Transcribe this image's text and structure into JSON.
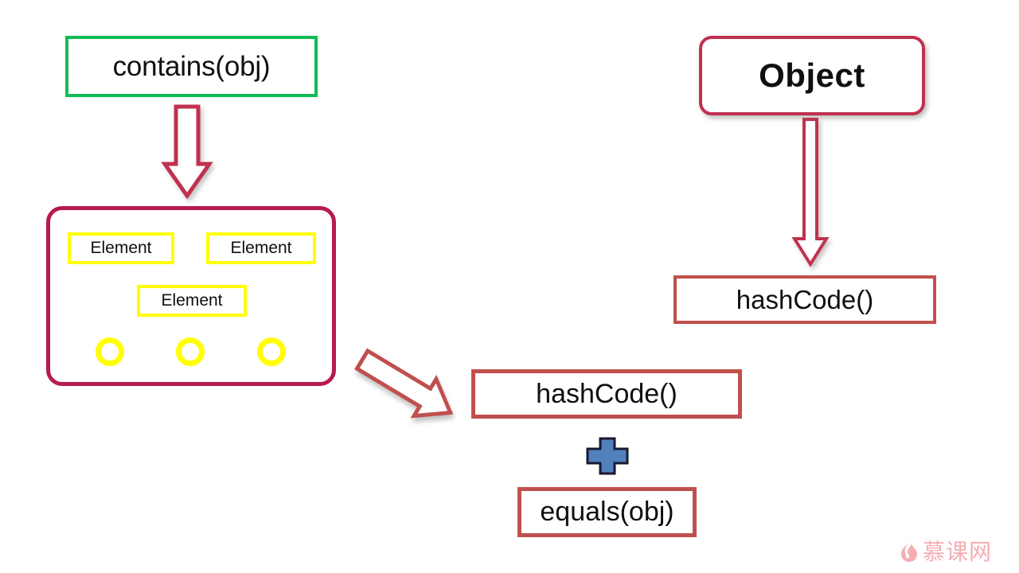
{
  "diagram": {
    "title": "Java Collection contains(obj) hashCode equals flow",
    "background_color": "#ffffff"
  },
  "nodes": {
    "contains": {
      "label": "contains(obj)",
      "border_color": "#11bb55",
      "shape": "rectangle"
    },
    "object": {
      "label": "Object",
      "border_color": "#c0304f",
      "shape": "rounded-rectangle"
    },
    "hashcode_right": {
      "label": "hashCode()",
      "border_color": "#c0504d",
      "shape": "rectangle"
    },
    "hashcode_center": {
      "label": "hashCode()",
      "border_color": "#c0504d",
      "shape": "rectangle"
    },
    "equals": {
      "label": "equals(obj)",
      "border_color": "#c0504d",
      "shape": "rectangle"
    }
  },
  "collection": {
    "border_color": "#b81a4e",
    "elements": [
      {
        "label": "Element",
        "border_color": "#ffff00"
      },
      {
        "label": "Element",
        "border_color": "#ffff00"
      },
      {
        "label": "Element",
        "border_color": "#ffff00"
      }
    ],
    "circles": [
      {
        "color": "#ffff00"
      },
      {
        "color": "#ffff00"
      },
      {
        "color": "#ffff00"
      }
    ]
  },
  "connectors": [
    {
      "name": "contains-to-collection",
      "direction": "down",
      "style": "hollow-block-arrow",
      "color": "#c0304f"
    },
    {
      "name": "object-to-hashcode",
      "direction": "down",
      "style": "hollow-thin-arrow",
      "color": "#c0304f"
    },
    {
      "name": "collection-to-hashcode",
      "direction": "down-right",
      "style": "hollow-block-arrow",
      "color": "#c0504d"
    }
  ],
  "operators": {
    "plus": {
      "symbol": "plus-cross",
      "fill_color": "#4f81bd",
      "stroke_color": "#1a1a2e"
    }
  },
  "watermark": {
    "text": "慕课网",
    "icon": "flame-icon",
    "color": "#f4aeb4"
  }
}
